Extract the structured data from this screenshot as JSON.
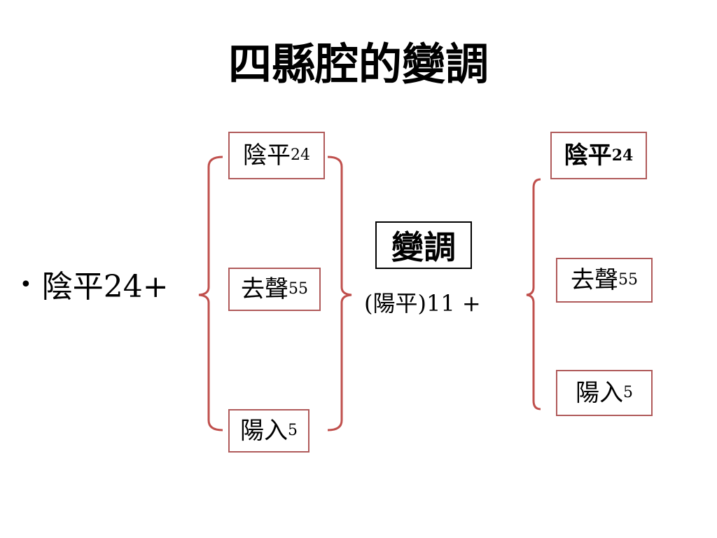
{
  "title": "四縣腔的變調",
  "bullet": {
    "glyph": "•",
    "text": "陰平24+"
  },
  "left_group": [
    {
      "label": "陰平",
      "tone": "24"
    },
    {
      "label": "去聲",
      "tone": "55"
    },
    {
      "label": "陽入",
      "tone": "5"
    }
  ],
  "center": {
    "boxed_label": "變調",
    "result": "(陽平)11 +"
  },
  "right_group": [
    {
      "label": "陰平",
      "tone": "24"
    },
    {
      "label": "去聲",
      "tone": "55"
    },
    {
      "label": "陽入",
      "tone": "5"
    }
  ],
  "colors": {
    "bracket": "#c0504d",
    "box_border": "#b05a5a",
    "text": "#000000"
  }
}
